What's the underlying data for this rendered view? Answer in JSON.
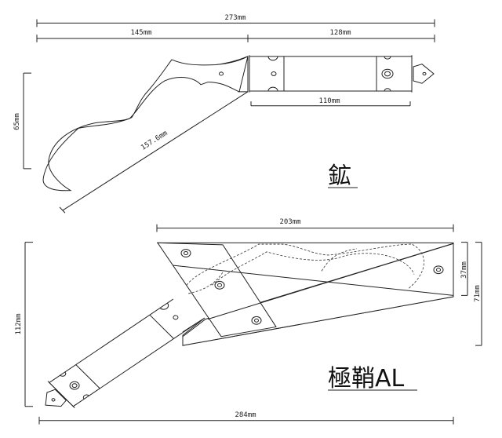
{
  "drawing_1": {
    "title": "鉱",
    "dimensions": {
      "overall_length": "273mm",
      "blade_length": "145mm",
      "handle_length": "128mm",
      "grip_length": "110mm",
      "height": "65mm",
      "blade_diagonal": "157.6mm"
    }
  },
  "drawing_2": {
    "title": "極鞘AL",
    "dimensions": {
      "sheath_length": "203mm",
      "sheath_mouth": "37mm",
      "sheath_height": "71mm",
      "overall_height": "112mm",
      "overall_length": "284mm"
    }
  }
}
